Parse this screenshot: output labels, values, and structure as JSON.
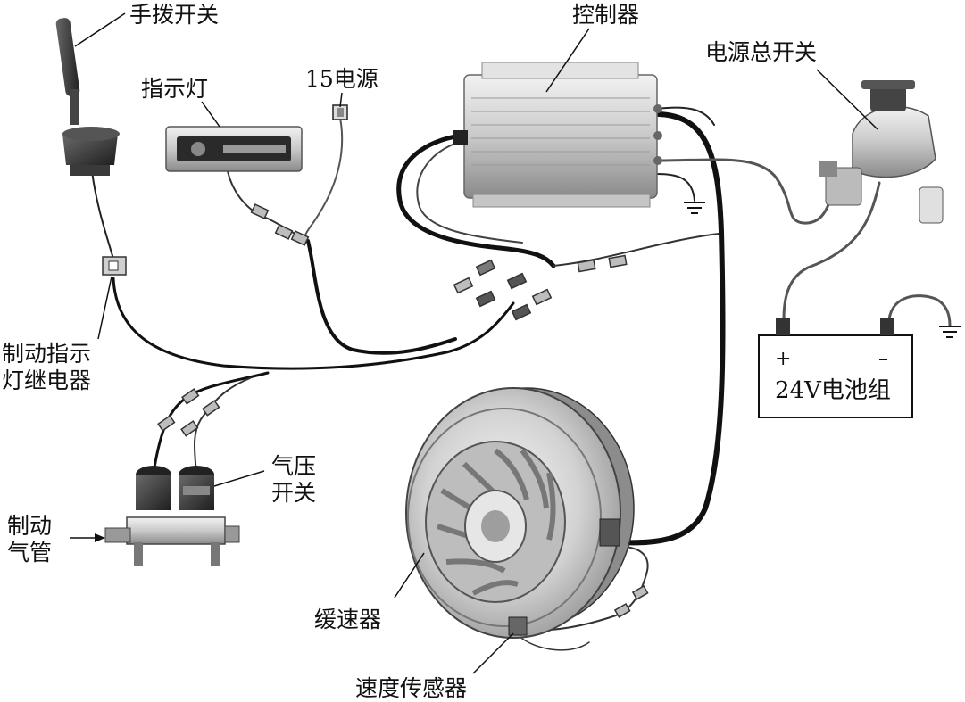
{
  "labels": {
    "hand_switch": "手拨开关",
    "indicator_lamp": "指示灯",
    "power_15": "15电源",
    "controller": "控制器",
    "main_power_switch": "电源总开关",
    "brake_indicator_relay": [
      "制动指示",
      "灯继电器"
    ],
    "air_pressure_switch": [
      "气压",
      "开关"
    ],
    "brake_air_pipe": [
      "制动",
      "气管"
    ],
    "retarder": "缓速器",
    "speed_sensor": "速度传感器"
  },
  "battery": {
    "label": "24V电池组",
    "plus": "+",
    "minus": "–"
  },
  "colors": {
    "line": "#111111",
    "metal_light": "#d9d9d9",
    "metal_mid": "#a8a8a8",
    "metal_dark": "#555555"
  }
}
